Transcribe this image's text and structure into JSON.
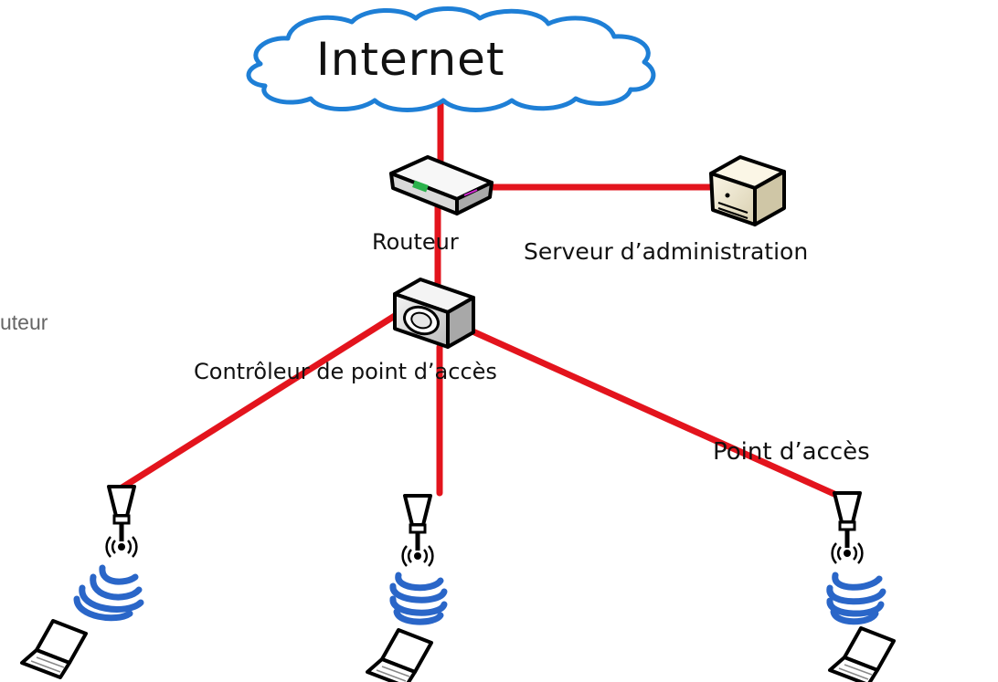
{
  "labels": {
    "internet": "Internet",
    "router": "Routeur",
    "server": "Serveur d’administration",
    "controller": "Contrôleur de point d’accès",
    "access_point": "Point d’accès",
    "left_fragment": "uteur"
  },
  "colors": {
    "link": "#e3141d",
    "cloud_stroke": "#1e7fd6",
    "wifi_waves": "#2a66c8",
    "device_stroke": "#000000"
  },
  "icons": {
    "cloud": "cloud-icon",
    "router": "router-icon",
    "server": "server-icon",
    "controller": "controller-icon",
    "access_point": "antenna-icon",
    "signal": "wifi-signal-icon",
    "laptop": "laptop-icon"
  }
}
